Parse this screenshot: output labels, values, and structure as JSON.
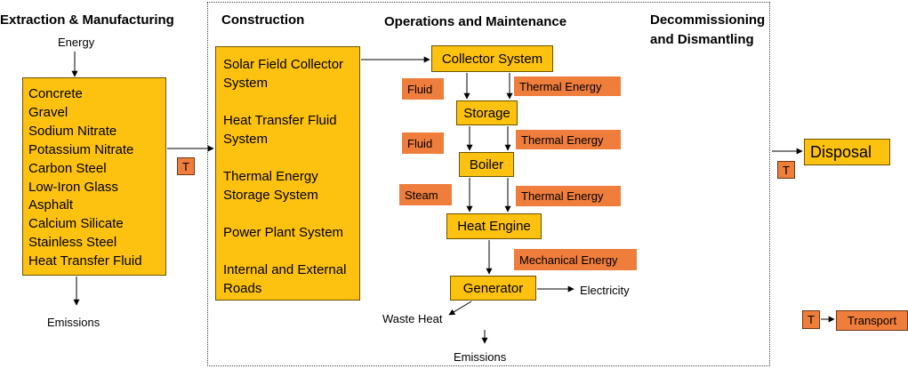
{
  "headers": {
    "extraction": "Extraction & Manufacturing",
    "construction": "Construction",
    "operations": "Operations and Maintenance",
    "decommissioning_line1": "Decommissioning",
    "decommissioning_line2": "and Dismantling"
  },
  "extraction": {
    "input": "Energy",
    "output": "Emissions",
    "materials": [
      "Concrete",
      "Gravel",
      "Sodium Nitrate",
      "Potassium Nitrate",
      "Carbon Steel",
      "Low-Iron Glass",
      "Asphalt",
      "Calcium Silicate",
      "Stainless Steel",
      "Heat Transfer Fluid"
    ]
  },
  "construction": {
    "items": [
      [
        "Solar Field Collector",
        "System"
      ],
      [
        "Heat Transfer Fluid",
        "System"
      ],
      [
        "Thermal Energy",
        "Storage System"
      ],
      [
        "Power Plant System"
      ],
      [
        "Internal and External",
        "Roads"
      ]
    ]
  },
  "operations": {
    "nodes": {
      "collector": "Collector System",
      "storage": "Storage",
      "boiler": "Boiler",
      "heat_engine": "Heat Engine",
      "generator": "Generator"
    },
    "flows": {
      "fluid_1": "Fluid",
      "thermal_1": "Thermal Energy",
      "fluid_2": "Fluid",
      "thermal_2": "Thermal Energy",
      "steam": "Steam",
      "thermal_3": "Thermal Energy",
      "mechanical": "Mechanical Energy"
    },
    "outputs": {
      "electricity": "Electricity",
      "waste_heat": "Waste Heat",
      "emissions": "Emissions"
    }
  },
  "decommissioning": {
    "disposal": "Disposal"
  },
  "transport": {
    "marker": "T",
    "legend_marker": "T",
    "legend_label": "Transport"
  },
  "colors": {
    "box_fill": "#fdc10f",
    "flow_fill": "#ef7d3c"
  }
}
